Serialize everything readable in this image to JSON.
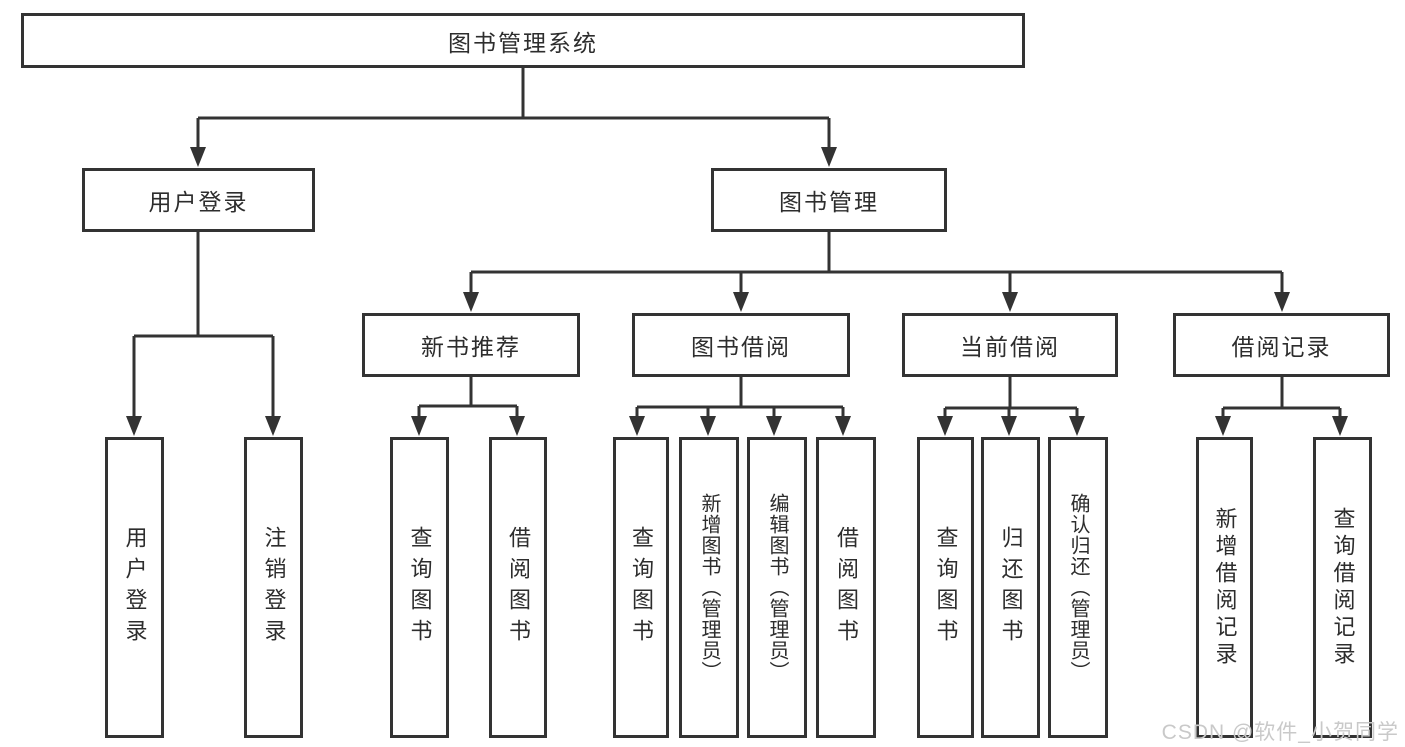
{
  "diagram": {
    "title_node": {
      "label": "图书管理系统"
    },
    "level2": [
      {
        "label": "用户登录"
      },
      {
        "label": "图书管理"
      }
    ],
    "level3": [
      {
        "label": "新书推荐",
        "parent": "图书管理"
      },
      {
        "label": "图书借阅",
        "parent": "图书管理"
      },
      {
        "label": "当前借阅",
        "parent": "图书管理"
      },
      {
        "label": "借阅记录",
        "parent": "图书管理"
      }
    ],
    "leaves": [
      {
        "label": "用户登录",
        "parent": "用户登录"
      },
      {
        "label": "注销登录",
        "parent": "用户登录"
      },
      {
        "label": "查询图书",
        "parent": "新书推荐"
      },
      {
        "label": "借阅图书",
        "parent": "新书推荐"
      },
      {
        "label": "查询图书",
        "parent": "图书借阅"
      },
      {
        "label": "新增图书（管理员）",
        "parent": "图书借阅"
      },
      {
        "label": "编辑图书（管理员）",
        "parent": "图书借阅"
      },
      {
        "label": "借阅图书",
        "parent": "图书借阅"
      },
      {
        "label": "查询图书",
        "parent": "当前借阅"
      },
      {
        "label": "归还图书",
        "parent": "当前借阅"
      },
      {
        "label": "确认归还（管理员）",
        "parent": "当前借阅"
      },
      {
        "label": "新增借阅记录",
        "parent": "借阅记录"
      },
      {
        "label": "查询借阅记录",
        "parent": "借阅记录"
      }
    ],
    "colors": {
      "line": "#333333",
      "box_border": "#333333",
      "text": "#2d2d2d",
      "watermark": "#c9c9c9"
    }
  },
  "watermark": {
    "text": "CSDN @软件_小贺同学"
  }
}
